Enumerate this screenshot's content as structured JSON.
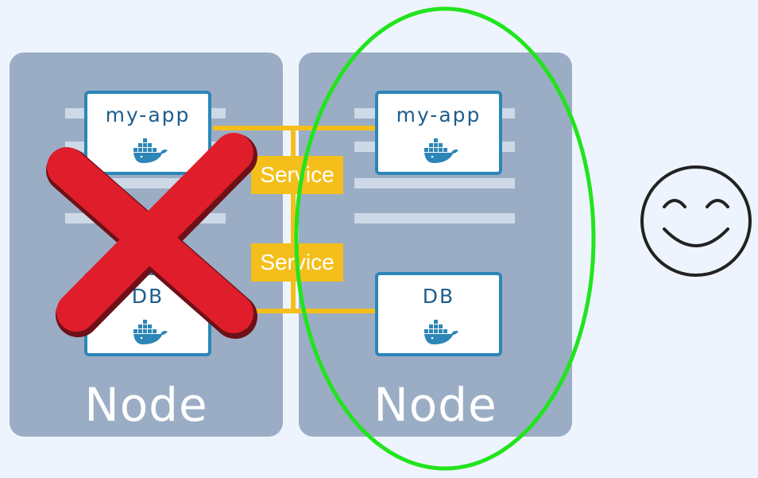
{
  "nodes": [
    {
      "label": "Node"
    },
    {
      "label": "Node"
    }
  ],
  "containers": {
    "app_label": "my-app",
    "db_label": "DB"
  },
  "services": [
    {
      "label": "Service"
    },
    {
      "label": "Service"
    }
  ],
  "colors": {
    "node": "#9aadc5",
    "container_border": "#2c86b7",
    "service": "#f4bf1b",
    "cross": "#e01d2a",
    "highlight": "#22e41e",
    "background": "#eef4fd"
  },
  "icons": [
    "docker-whale-icon",
    "red-cross-icon",
    "smiley-face-icon",
    "highlight-ellipse"
  ]
}
